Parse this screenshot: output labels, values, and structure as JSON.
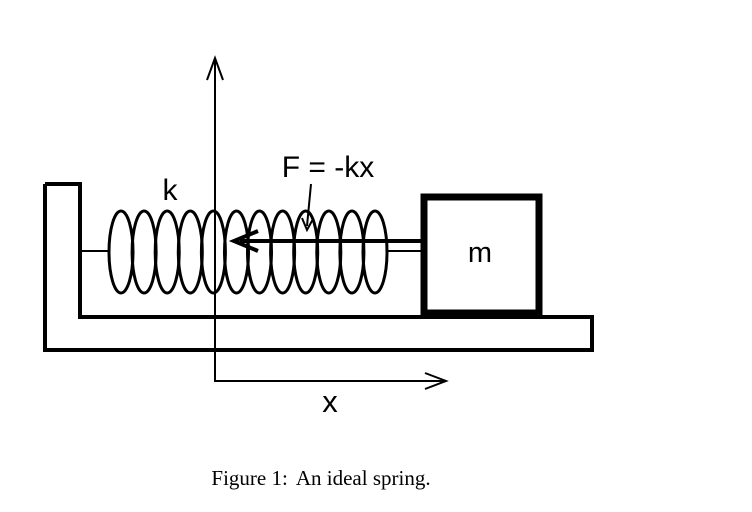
{
  "diagram": {
    "labels": {
      "spring_constant": "k",
      "force_equation": "F = -kx",
      "mass": "m",
      "axis": "x"
    },
    "caption": {
      "prefix": "Figure 1:",
      "text": "An ideal spring."
    },
    "colors": {
      "stroke": "#000000",
      "background": "#ffffff"
    }
  }
}
